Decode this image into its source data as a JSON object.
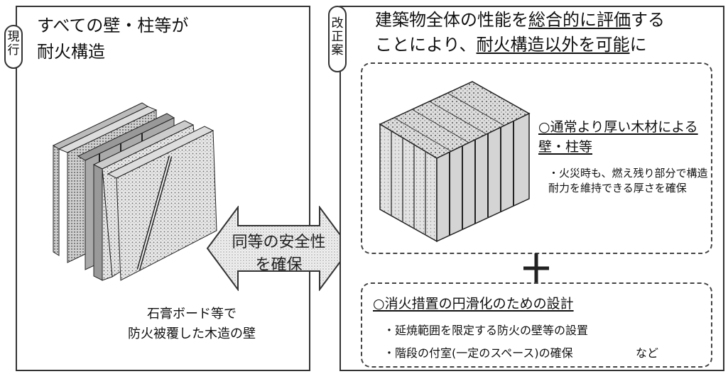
{
  "left": {
    "badge": "現行",
    "title_line1": "すべての壁・柱等が",
    "title_line2": "耐火構造",
    "caption_line1": "石膏ボード等で",
    "caption_line2": "防火被覆した木造の壁"
  },
  "right": {
    "badge": "改正案",
    "title_line1_part1": "建築物全体の性能を",
    "title_line1_part2": "総合的に評価",
    "title_line1_part3": "する",
    "title_line2_part1": "ことにより、",
    "title_line2_part2": "耐火構造以外を可能",
    "title_line2_part3": "に",
    "feature1_heading": "○通常より厚い木材による壁・柱等",
    "feature1_desc": "・火災時も、燃え残り部分で構造耐力を維持できる厚さを確保",
    "feature2_heading": "○消火措置の円滑化のための設計",
    "feature2_items": [
      "・延焼範囲を限定する防火の壁等の設置",
      "・階段の付室(一定のスペース)の確保"
    ],
    "feature2_suffix": "など"
  },
  "arrow": {
    "line1": "同等の安全性",
    "line2": "を確保"
  }
}
